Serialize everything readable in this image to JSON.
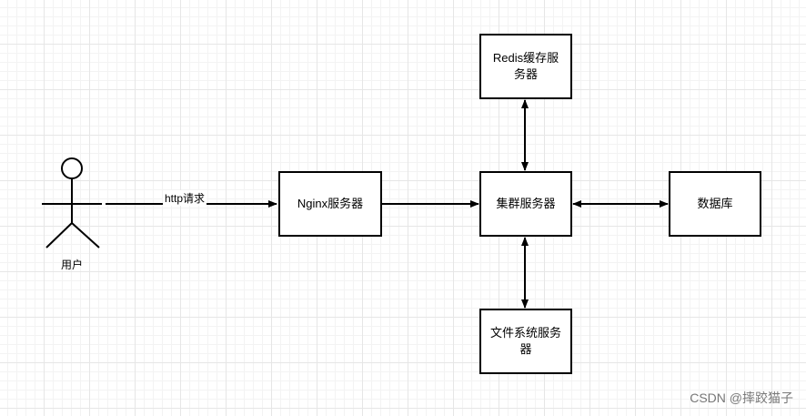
{
  "actor": {
    "label": "用户"
  },
  "edges": {
    "http_label": "http请求"
  },
  "nodes": {
    "nginx": "Nginx服务器",
    "cluster": "集群服务器",
    "redis": "Redis缓存服务器",
    "database": "数据库",
    "filesystem": "文件系统服务器"
  },
  "watermark": "CSDN @摔跤猫子"
}
